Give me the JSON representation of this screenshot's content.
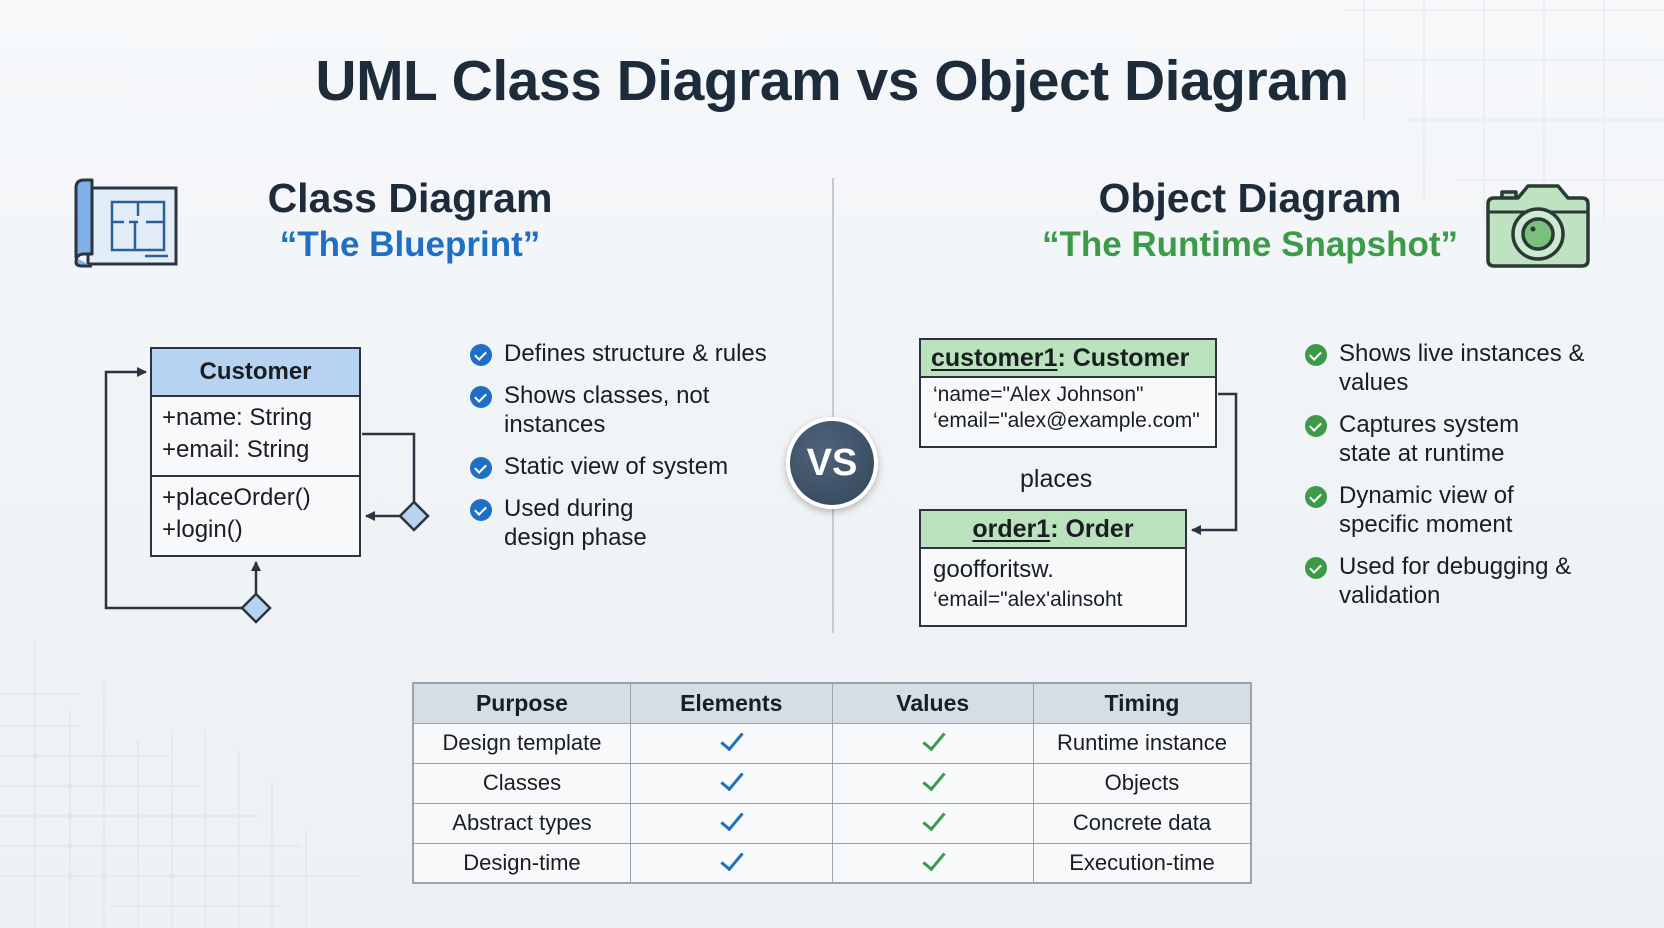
{
  "title": "UML Class Diagram vs Object Diagram",
  "left_panel": {
    "icon": "blueprint-icon",
    "heading": "Class Diagram",
    "tagline": "“The Blueprint”",
    "accent_color": "#1f6fc5",
    "class_box": {
      "name": "Customer",
      "attributes": [
        "+name: String",
        "+email: String"
      ],
      "methods": [
        "+placeOrder()",
        "+login()"
      ]
    },
    "bullets": [
      "Defines structure & rules",
      "Shows classes, not instances",
      "Static view of system",
      "Used during design phase"
    ]
  },
  "vs_label": "VS",
  "right_panel": {
    "icon": "camera-icon",
    "heading": "Object Diagram",
    "tagline": "“The Runtime Snapshot”",
    "accent_color": "#3c9a48",
    "customer_object": {
      "instance": "customer1",
      "type": ": Customer",
      "values": [
        "‘name=\"Alex Johnson\"",
        "‘email=\"alex@example.com\""
      ]
    },
    "link_label": "places",
    "order_object": {
      "instance": "order1",
      "type": ": Order",
      "values": [
        "goofforitsw.",
        "‘email=\"alex'alinsoht"
      ]
    },
    "bullets": [
      "Shows live instances & values",
      "Captures system state at runtime",
      "Dynamic view of specific moment",
      "Used for debugging & validation"
    ]
  },
  "table": {
    "headers": [
      "Purpose",
      "Elements",
      "Values",
      "Timing"
    ],
    "rows": [
      {
        "purpose": "Design template",
        "elements": true,
        "values": true,
        "timing": "Runtime instance"
      },
      {
        "purpose": "Classes",
        "elements": true,
        "values": true,
        "timing": "Objects"
      },
      {
        "purpose": "Abstract types",
        "elements": true,
        "values": true,
        "timing": "Concrete data"
      },
      {
        "purpose": "Design-time",
        "elements": true,
        "values": true,
        "timing": "Execution-time"
      }
    ]
  }
}
